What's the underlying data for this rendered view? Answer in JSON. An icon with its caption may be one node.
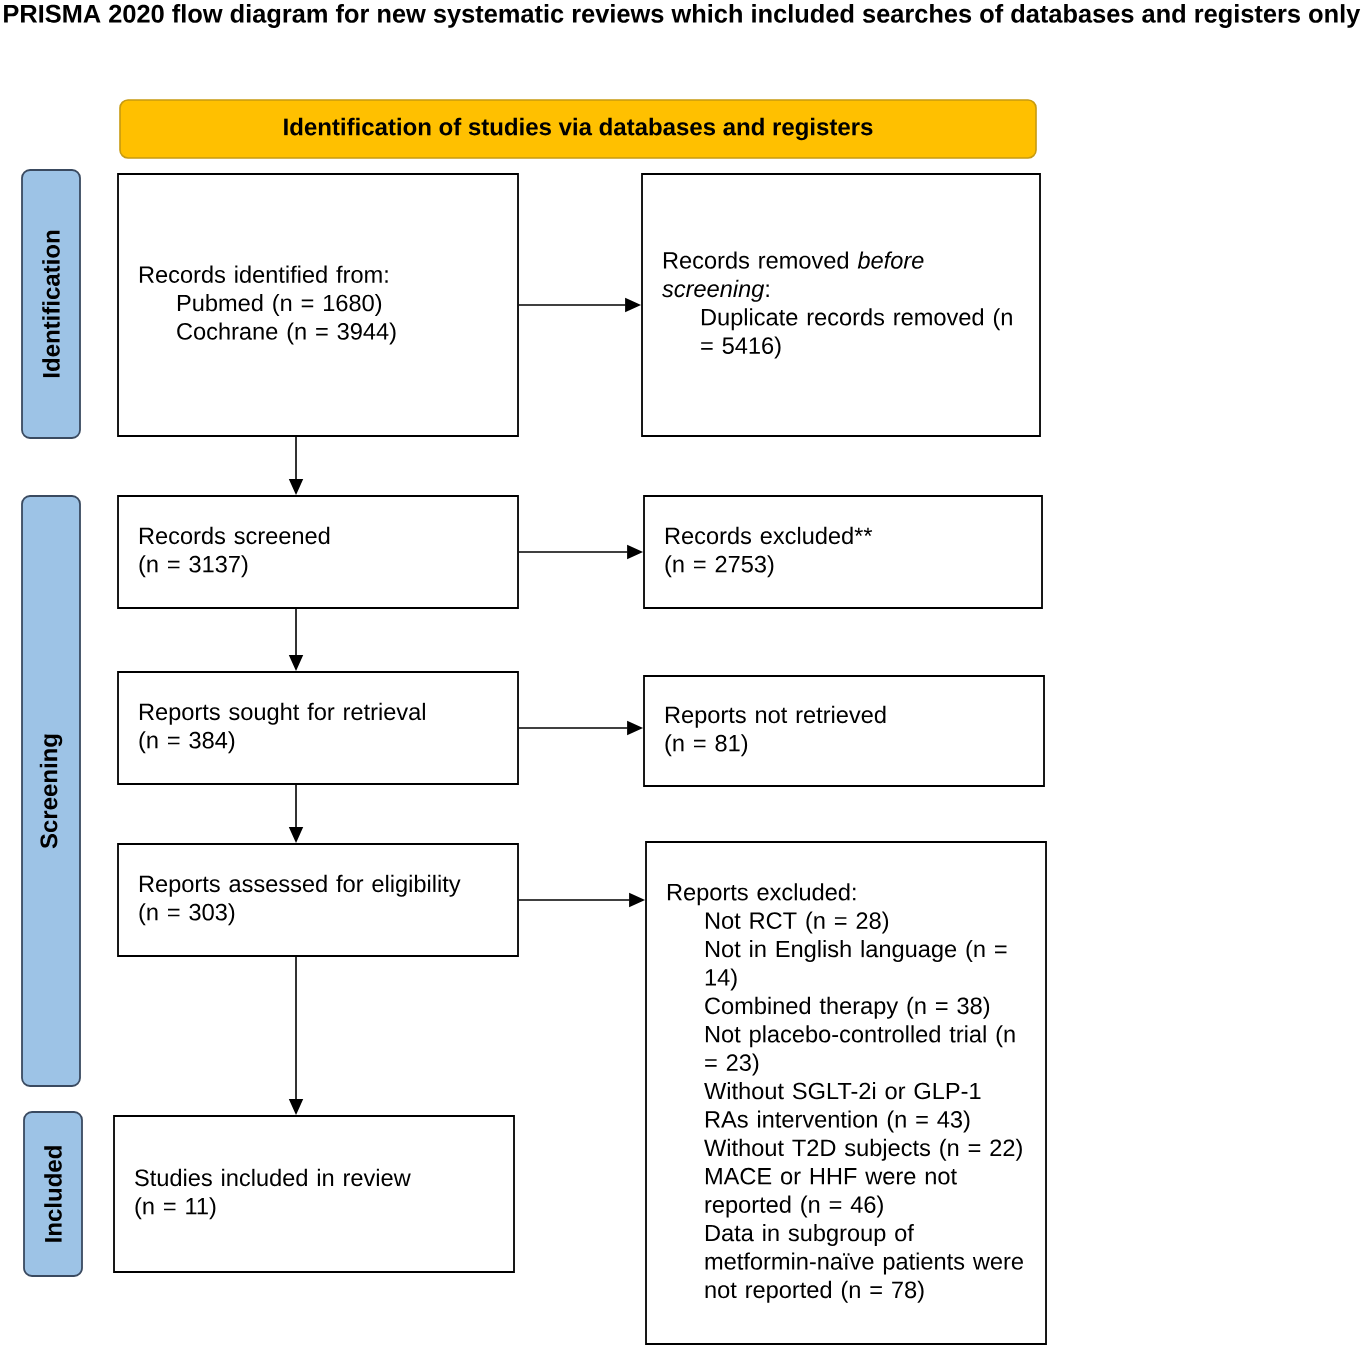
{
  "diagram": {
    "title": "PRISMA 2020 flow diagram for new systematic reviews which included searches of databases and registers only",
    "nodes": [
      {
        "text": [
          "Identification of studies via databases and registers"
        ]
      },
      {
        "text": [
          "Identification"
        ]
      },
      {
        "text": [
          "Records identified from:",
          "Pubmed (n = 1680)",
          "Cochrane (n = 3944)"
        ]
      },
      {
        "text": [
          "Records removed *before screening*:",
          "Duplicate records removed (n = 5416)"
        ]
      },
      {
        "text": [
          "Screening"
        ]
      },
      {
        "text": [
          "Records screened",
          "(n = 3137)"
        ]
      },
      {
        "text": [
          "Records excluded**",
          "(n = 2753)"
        ]
      },
      {
        "text": [
          "Reports sought for retrieval",
          "(n = 384)"
        ]
      },
      {
        "text": [
          "Reports not retrieved",
          "(n = 81)"
        ]
      },
      {
        "text": [
          "Reports assessed for eligibility",
          "(n = 303)"
        ]
      },
      {
        "text": [
          "Reports excluded:",
          "Not RCT (n = 28)",
          "Not in English language (n = 14)",
          "Combined therapy (n = 38)",
          "Not placebo-controlled trial (n = 23)",
          "Without SGLT-2i or GLP-1 RAs intervention (n = 43)",
          "Without T2D subjects (n = 22)",
          "MACE or HHF were not reported (n = 46)",
          "Data in subgroup of metformin-naïve patients were not reported (n = 78)"
        ]
      },
      {
        "text": [
          "Included"
        ]
      },
      {
        "text": [
          "Studies included in review",
          "(n = 11)"
        ]
      }
    ],
    "edges": [
      {
        "from": 2,
        "to": 3,
        "arrow": "to"
      },
      {
        "from": 2,
        "to": 5,
        "arrow": "to"
      },
      {
        "from": 5,
        "to": 6,
        "arrow": "to"
      },
      {
        "from": 5,
        "to": 7,
        "arrow": "to"
      },
      {
        "from": 7,
        "to": 8,
        "arrow": "to"
      },
      {
        "from": 7,
        "to": 9,
        "arrow": "to"
      },
      {
        "from": 9,
        "to": 10,
        "arrow": "to"
      },
      {
        "from": 9,
        "to": 12,
        "arrow": "to"
      }
    ]
  }
}
